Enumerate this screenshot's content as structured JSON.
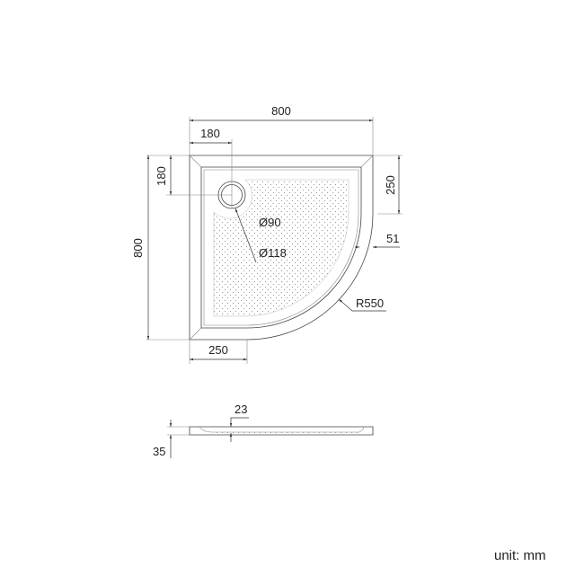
{
  "dimensions": {
    "width_total": "800",
    "height_total": "800",
    "drain_offset_x": "180",
    "drain_offset_y": "180",
    "straight_right": "250",
    "straight_bottom": "250",
    "rim_width": "51",
    "drain_inner_diameter": "Ø90",
    "drain_outer_diameter": "Ø118",
    "radius": "R550",
    "side_depth": "23",
    "side_height": "35"
  },
  "unit_label": "unit: mm",
  "colors": {
    "line": "#444444",
    "text": "#222222",
    "background": "#ffffff"
  }
}
